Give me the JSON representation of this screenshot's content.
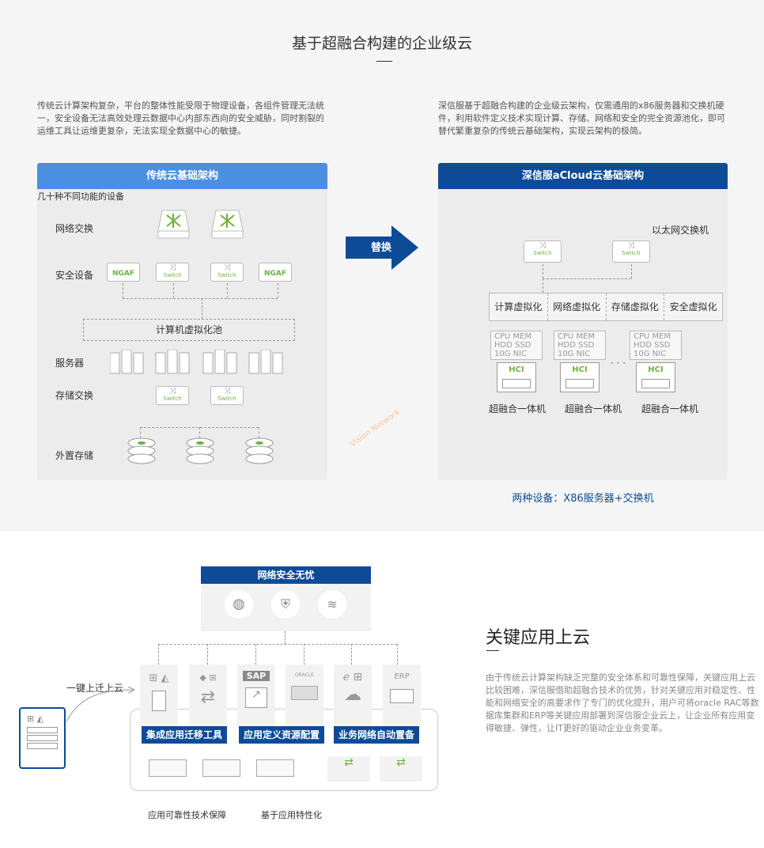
{
  "section1": {
    "title": "基于超融合构建的企业级云",
    "left_desc": "传统云计算架构复杂，平台的整体性能受限于物理设备，各组件管理无法统一，安全设备无法高效处理云数据中心内部东西向的安全威胁，同时割裂的运维工具让运维更复杂，无法实现全数据中心的敏捷。",
    "right_desc": "深信服基于超融合构建的企业级云架构，仅需通用的x86服务器和交换机硬件，利用软件定义技术实现计算、存储、网络和安全的完全资源池化，即可替代繁重复杂的传统云基础架构，实现云架构的极简。",
    "left_panel": {
      "header": "传统云基础架构",
      "subtitle": "几十种不同功能的设备",
      "rows": [
        "网络交换",
        "安全设备",
        "服务器",
        "存储交换",
        "外置存储"
      ],
      "pool_label": "计算机虚拟化池",
      "ngaf_label": "NGAF",
      "switch_label": "Switch",
      "watermark": "Vision Network"
    },
    "arrow_label": "替换",
    "right_panel": {
      "header": "深信服aCloud云基础架构",
      "eth_label": "以太网交换机",
      "switch_label": "Switch",
      "virt": [
        "计算虚拟化",
        "网络虚拟化",
        "存储虚拟化",
        "安全虚拟化"
      ],
      "node_spec_1": "CPU  MEM",
      "node_spec_2": "HDD  SSD",
      "node_spec_3": "10G NIC",
      "hci": "HCI",
      "ellipsis": "· · ·",
      "nodes": [
        "超融合一体机",
        "超融合一体机",
        "超融合一体机"
      ],
      "caption": "两种设备：X86服务器+交换机"
    }
  },
  "section2": {
    "title": "关键应用上云",
    "desc": "由于传统云计算架构缺乏完整的安全体系和可靠性保障，关键应用上云比较困难，深信服借助超融合技术的优势，针对关键应用对稳定性、性能和网络安全的高要求作了专门的优化提升，用户可将oracle RAC等数据库集群和ERP等关键应用部署到深信服企业云上，让企业所有应用变得敏捷、弹性，让IT更好的驱动企业业务变革。",
    "security_header": "网络安全无忧",
    "one_click": "一键上迁上云",
    "tags": [
      "集成应用迁移工具",
      "应用定义资源配置",
      "业务网络自动置备"
    ],
    "footer_left": "应用可靠性技术保障",
    "footer_right": "基于应用特性化",
    "sap": "SAP",
    "erp": "ERP",
    "oracle": "ORACLE"
  },
  "colors": {
    "light_blue": "#4a8fe0",
    "dark_blue": "#0d4b96",
    "green": "#6bb33c"
  }
}
